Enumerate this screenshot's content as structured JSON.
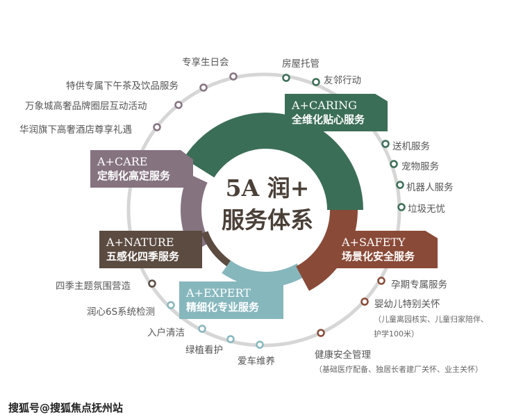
{
  "center_title": {
    "line1": "5A 润+",
    "line2": "服务体系"
  },
  "colors": {
    "caring": "#3b6e57",
    "safety": "#8a4a38",
    "expert": "#86b7bd",
    "nature": "#5b4b40",
    "care": "#857380",
    "ring": "#d6d6d6"
  },
  "categories": [
    {
      "en": "A+CARING",
      "zh": "全维化贴心服务"
    },
    {
      "en": "A+SAFETY",
      "zh": "场景化安全服务"
    },
    {
      "en": "A+EXPERT",
      "zh": "精细化专业服务"
    },
    {
      "en": "A+NATURE",
      "zh": "五感化四季服务"
    },
    {
      "en": "A+CARE",
      "zh": "定制化高定服务"
    }
  ],
  "care_items": [
    "专享生日会",
    "特供专属下午茶及饮品服务",
    "万象城高奢品牌圈层互动活动",
    "华润旗下高奢酒店尊享礼遇"
  ],
  "caring_items": [
    "房屋托管",
    "友邻行动",
    "送机服务",
    "宠物服务",
    "机器人服务",
    "垃圾无忧"
  ],
  "safety_items": [
    {
      "label": "孕期专属服务"
    },
    {
      "label": "婴幼儿特别关怀",
      "note1": "（儿童离园核实、儿童归家陪伴、",
      "note2": "护学100米）"
    },
    {
      "label": "健康安全管理",
      "note1": "（基础医疗配备、独居长者建厂关怀、业主关怀）"
    }
  ],
  "nature_items": [
    "四季主题氛围营造"
  ],
  "expert_items": [
    "润心6S系统检测",
    "入户清洁",
    "绿植看护",
    "爱车维养"
  ],
  "watermark": "搜狐号@搜狐焦点抚州站"
}
